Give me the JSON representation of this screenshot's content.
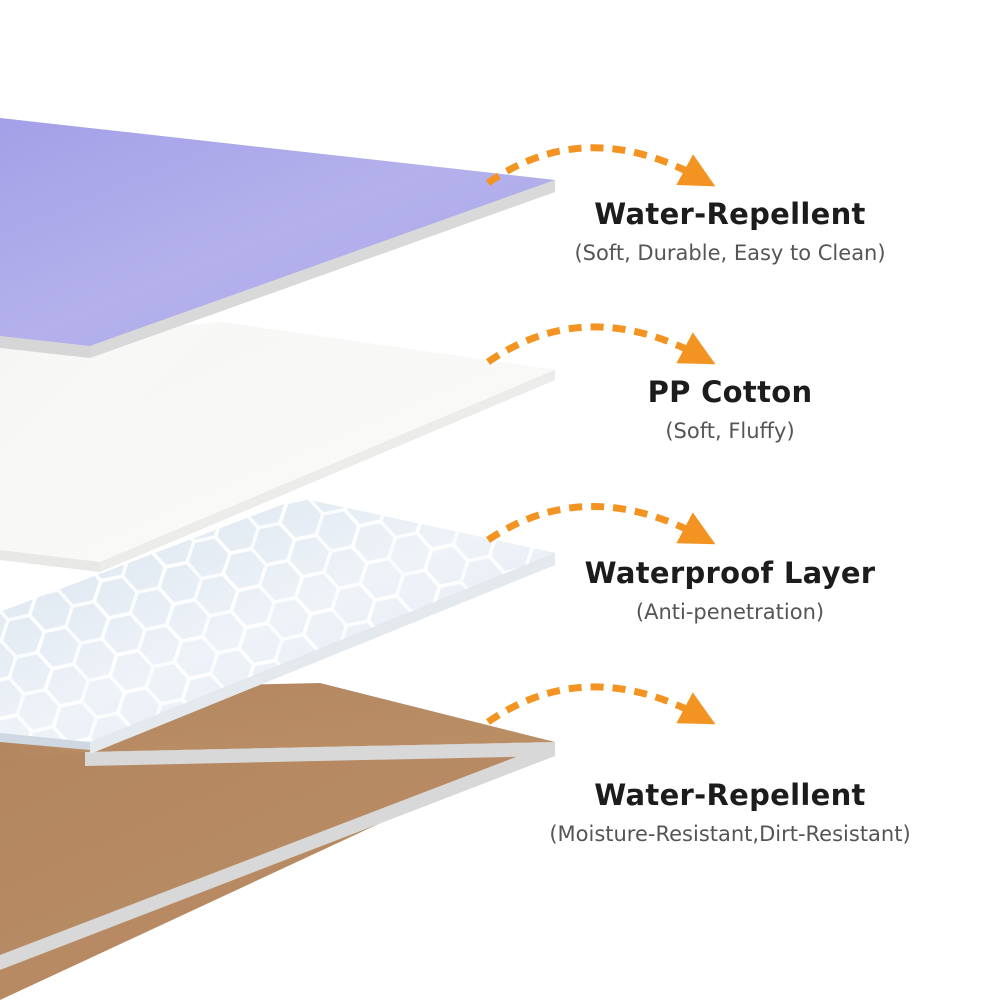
{
  "layers": [
    {
      "name": "Water-Repellent",
      "description": "(Soft, Durable, Easy to Clean)",
      "surface_color": "#a9a6ea"
    },
    {
      "name": "PP Cotton",
      "description": "(Soft, Fluffy)",
      "surface_color": "#f7f7f5"
    },
    {
      "name": "Waterproof Layer",
      "description": "(Anti-penetration)",
      "surface_color": "#dfe8f2"
    },
    {
      "name": "Water-Repellent",
      "description": "(Moisture-Resistant,Dirt-Resistant)",
      "surface_color": "#b88c64"
    }
  ],
  "arrow_color": "#f39422"
}
